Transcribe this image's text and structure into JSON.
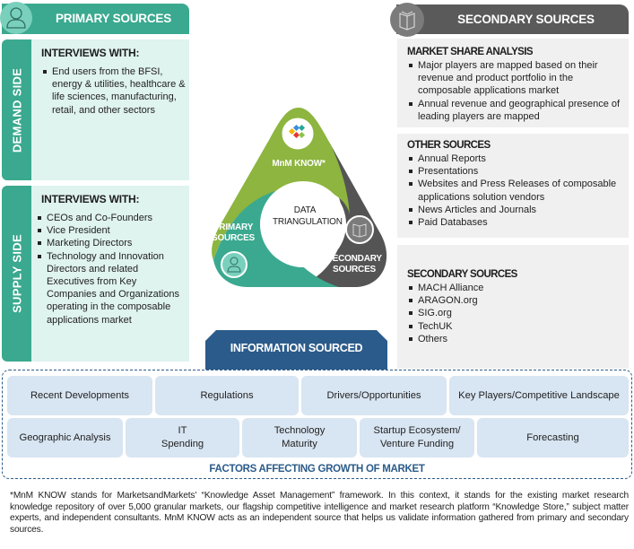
{
  "primary": {
    "header": "PRIMARY SOURCES",
    "icon": "person-icon",
    "demand": {
      "side_label": "DEMAND SIDE",
      "title": "INTERVIEWS WITH:",
      "items": [
        "End users from the BFSI, energy & utilities, healthcare & life sciences, manufacturing, retail, and other sectors"
      ]
    },
    "supply": {
      "side_label": "SUPPLY SIDE",
      "title": "INTERVIEWS WITH:",
      "items": [
        "CEOs and Co-Founders",
        "Vice President",
        "Marketing Directors",
        "Technology and Innovation Directors and related Executives from Key Companies and Organizations operating in the composable applications market"
      ]
    }
  },
  "secondary": {
    "header": "SECONDARY SOURCES",
    "icon": "book-icon",
    "boxes": [
      {
        "title": "MARKET SHARE ANALYSIS",
        "items": [
          "Major players are mapped based on their revenue and product portfolio in the composable applications market",
          "Annual revenue and geographical presence of leading players are mapped"
        ]
      },
      {
        "title": "OTHER SOURCES",
        "items": [
          "Annual Reports",
          "Presentations",
          "Websites and Press Releases of composable applications solution vendors",
          "News Articles and Journals",
          "Paid Databases"
        ]
      },
      {
        "title": "SECONDARY SOURCES",
        "items": [
          "MACH Alliance",
          "ARAGON.org",
          "SIG.org",
          "TechUK",
          "Others"
        ]
      }
    ]
  },
  "triangle": {
    "top_label": "MnM KNOW*",
    "left_label": "PRIMARY SOURCES",
    "right_label": "SECONDARY SOURCES",
    "center_label": "DATA TRIANGULATION",
    "colors": {
      "green": "#8db53f",
      "teal": "#3aa98f",
      "dark": "#545454"
    }
  },
  "info": {
    "tab_label": "INFORMATION SOURCED",
    "factors_row1": [
      "Recent Developments",
      "Regulations",
      "Drivers/Opportunities",
      "Key Players/Competitive Landscape"
    ],
    "factors_row2": [
      "Geographic Analysis",
      "IT Spending",
      "Technology Maturity",
      "Startup Ecosystem/ Venture Funding",
      "Forecasting"
    ],
    "caption": "FACTORS AFFECTING GROWTH OF MARKET"
  },
  "footnote": "*MnM KNOW stands for MarketsandMarkets' “Knowledge Asset Management” framework. In this context, it stands for the existing market research knowledge repository of over 5,000 granular markets, our flagship competitive intelligence and market research platform “Knowledge Store,” subject matter experts, and independent consultants. MnM KNOW acts as an independent source that helps us validate information gathered from primary and secondary sources.",
  "colors": {
    "teal": "#3aa98f",
    "teal_light": "#dff3ef",
    "gray_header": "#5a5a5a",
    "gray_box": "#f0f0f0",
    "navy": "#2b5b8a",
    "factor_bg": "#d8e5f2"
  }
}
